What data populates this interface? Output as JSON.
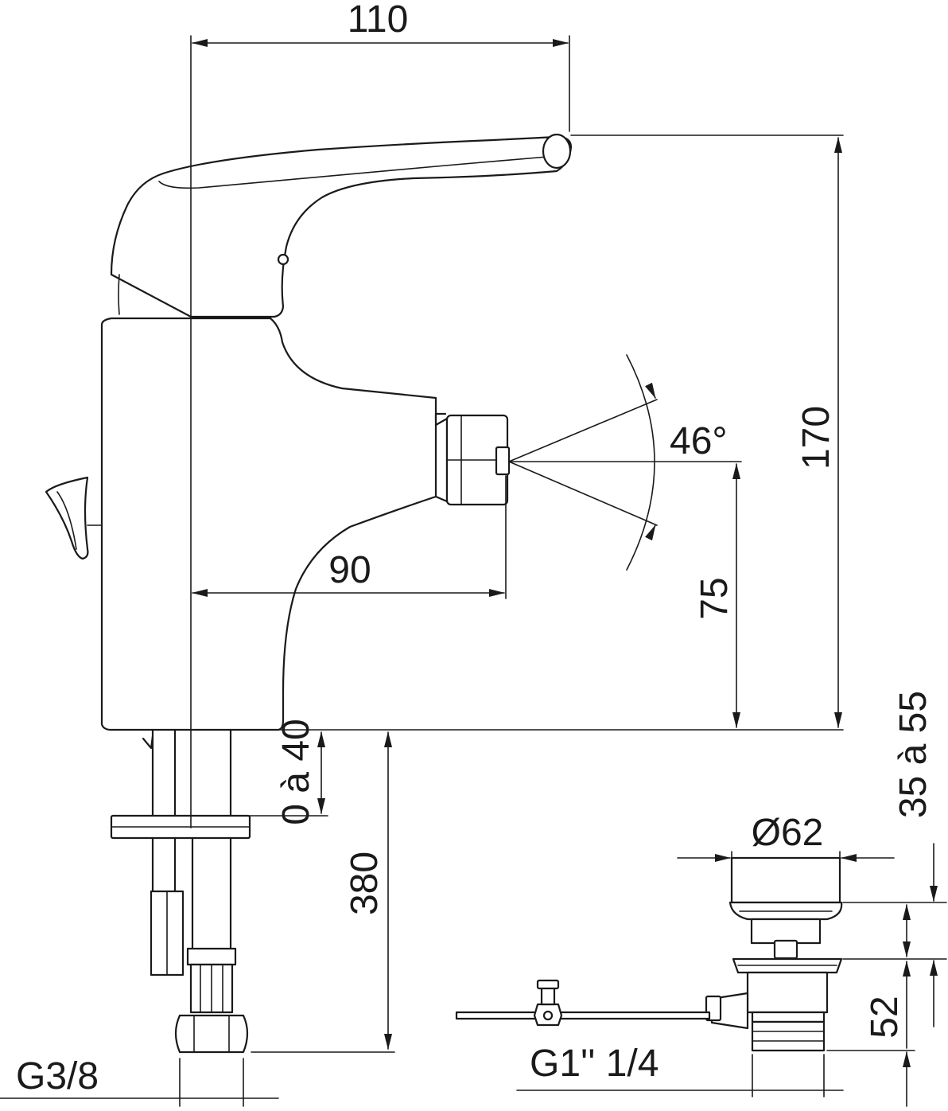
{
  "dimensions": {
    "spout_reach": "110",
    "nozzle_reach": "90",
    "total_height": "170",
    "nozzle_height": "75",
    "spray_angle": "46°",
    "deck_thickness": "0 à 40",
    "hose_length": "380",
    "waste_adjust": "35 à 55",
    "waste_diameter": "Ø62",
    "waste_height": "52",
    "inlet_thread": "G3/8",
    "waste_thread": "G1'' 1/4"
  },
  "colors": {
    "line": "#1a1a1a",
    "background": "#ffffff"
  }
}
